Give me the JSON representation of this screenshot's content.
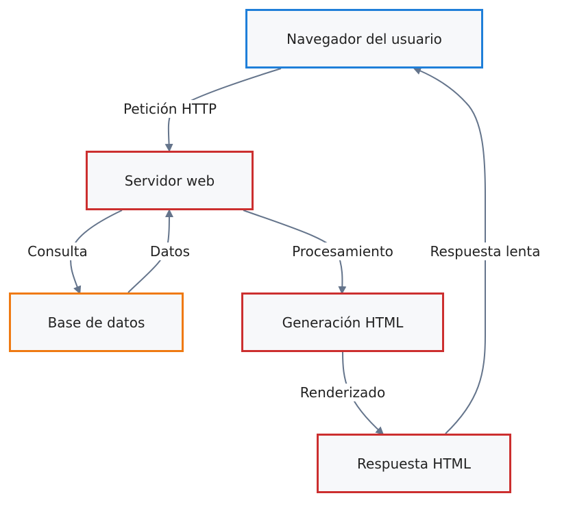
{
  "colors": {
    "edge": "#64748b",
    "node_fill": "#f7f8fa",
    "border_blue": "#1f7fd9",
    "border_red": "#cc2f2f",
    "border_orange": "#ef7a12"
  },
  "nodes": {
    "browser": "Navegador del usuario",
    "web_server": "Servidor web",
    "database": "Base de datos",
    "html_generation": "Generación HTML",
    "html_response": "Respuesta HTML"
  },
  "edges": {
    "http_request": "Petición HTTP",
    "query": "Consulta",
    "data": "Datos",
    "processing": "Procesamiento",
    "rendering": "Renderizado",
    "slow_response": "Respuesta lenta"
  }
}
